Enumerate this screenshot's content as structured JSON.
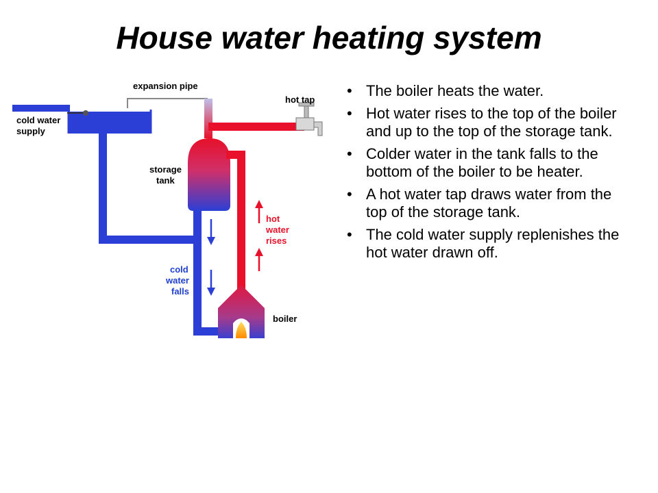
{
  "slide": {
    "title": "House water heating system"
  },
  "diagram": {
    "labels": {
      "expansion_pipe": "expansion pipe",
      "hot_tap": "hot tap",
      "cold_water_supply_line1": "cold water",
      "cold_water_supply_line2": "supply",
      "storage_tank_line1": "storage",
      "storage_tank_line2": "tank",
      "hot_water_rises_line1": "hot",
      "hot_water_rises_line2": "water",
      "hot_water_rises_line3": "rises",
      "cold_water_falls_line1": "cold",
      "cold_water_falls_line2": "water",
      "cold_water_falls_line3": "falls",
      "boiler": "boiler"
    },
    "colors": {
      "hot": "#e8102a",
      "cold": "#2b3fd6",
      "hot_label": "#e8102a",
      "cold_label": "#1f3fcf"
    }
  },
  "bullets": [
    "The boiler heats the water.",
    "Hot water rises to the top of the boiler and up to the top of the storage tank.",
    "Colder water in the tank falls to the bottom of the boiler to be heater.",
    "A hot water tap draws water from the top of the storage tank.",
    "The cold water supply replenishes the hot water drawn off."
  ]
}
